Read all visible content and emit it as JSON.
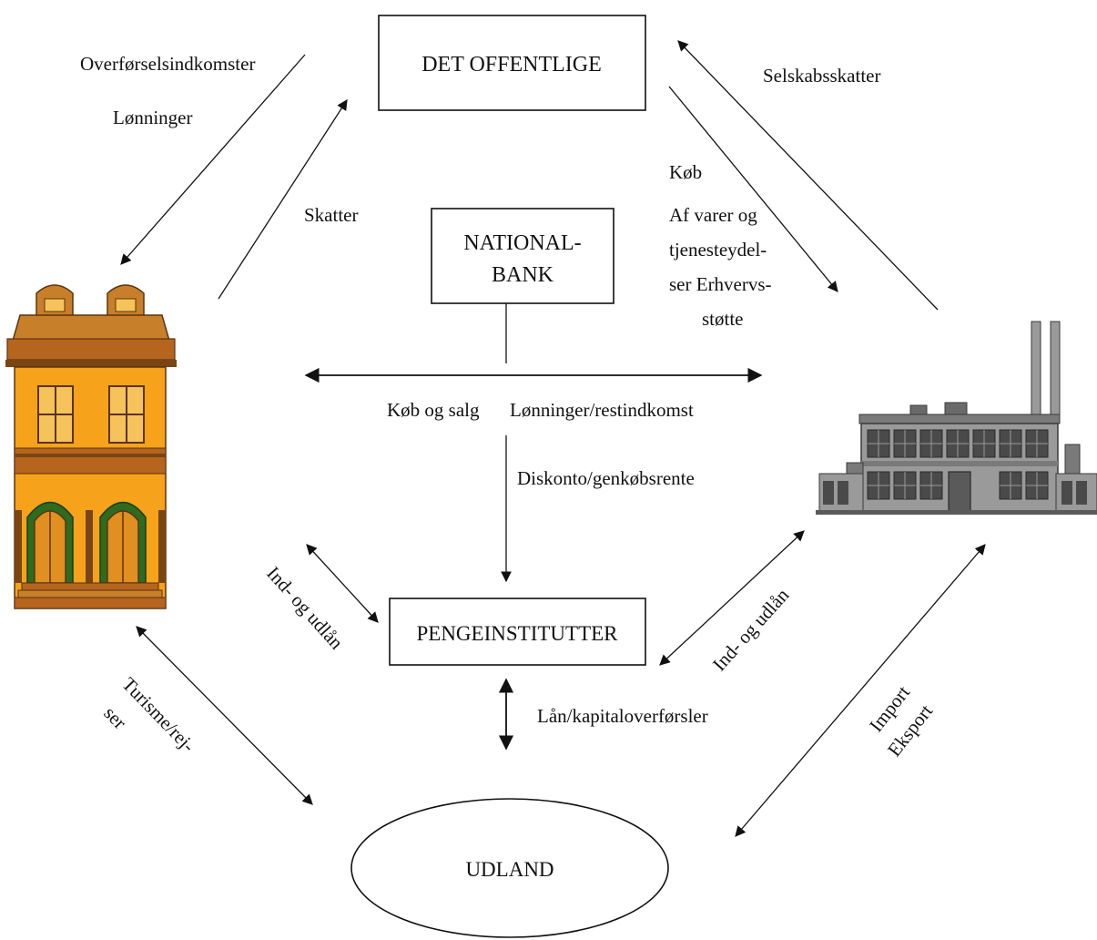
{
  "nodes": {
    "offentlige": "DET OFFENTLIGE",
    "nationalbank_line1": "NATIONAL-",
    "nationalbank_line2": "BANK",
    "pengeinstitutter": "PENGEINSTITUTTER",
    "udland": "UDLAND",
    "household_icon": "house-icon",
    "company_icon": "factory-icon"
  },
  "labels": {
    "overforselsindkomster": "Overførselsindkomster",
    "lonninger_top": "Lønninger",
    "skatter": "Skatter",
    "selskabsskatter": "Selskabsskatter",
    "kob": "Køb",
    "af_varer": "Af varer og",
    "tjenesteydel": "tjenesteydel-",
    "ser_erhvervs": "ser  Erhvervs-",
    "stotte": "støtte",
    "kob_og_salg": "Køb og salg",
    "lonninger_rest": "Lønninger/restindkomst",
    "diskonto": "Diskonto/genkøbsrente",
    "ind_udlan_left": "Ind- og udlån",
    "ind_udlan_right": "Ind- og udlån",
    "laan_kapital": "Lån/kapitaloverførsler",
    "turisme_line1": "Turisme/rej-",
    "turisme_line2": "ser",
    "import": "Import",
    "eksport": "Eksport"
  },
  "colors": {
    "line": "#111111",
    "house_main": "#f6a21a",
    "house_dark": "#b5651d",
    "house_roof": "#c87f2a",
    "house_trim": "#2e6b1e",
    "factory_body": "#9a9a9a",
    "factory_dark": "#4a4a4a"
  }
}
